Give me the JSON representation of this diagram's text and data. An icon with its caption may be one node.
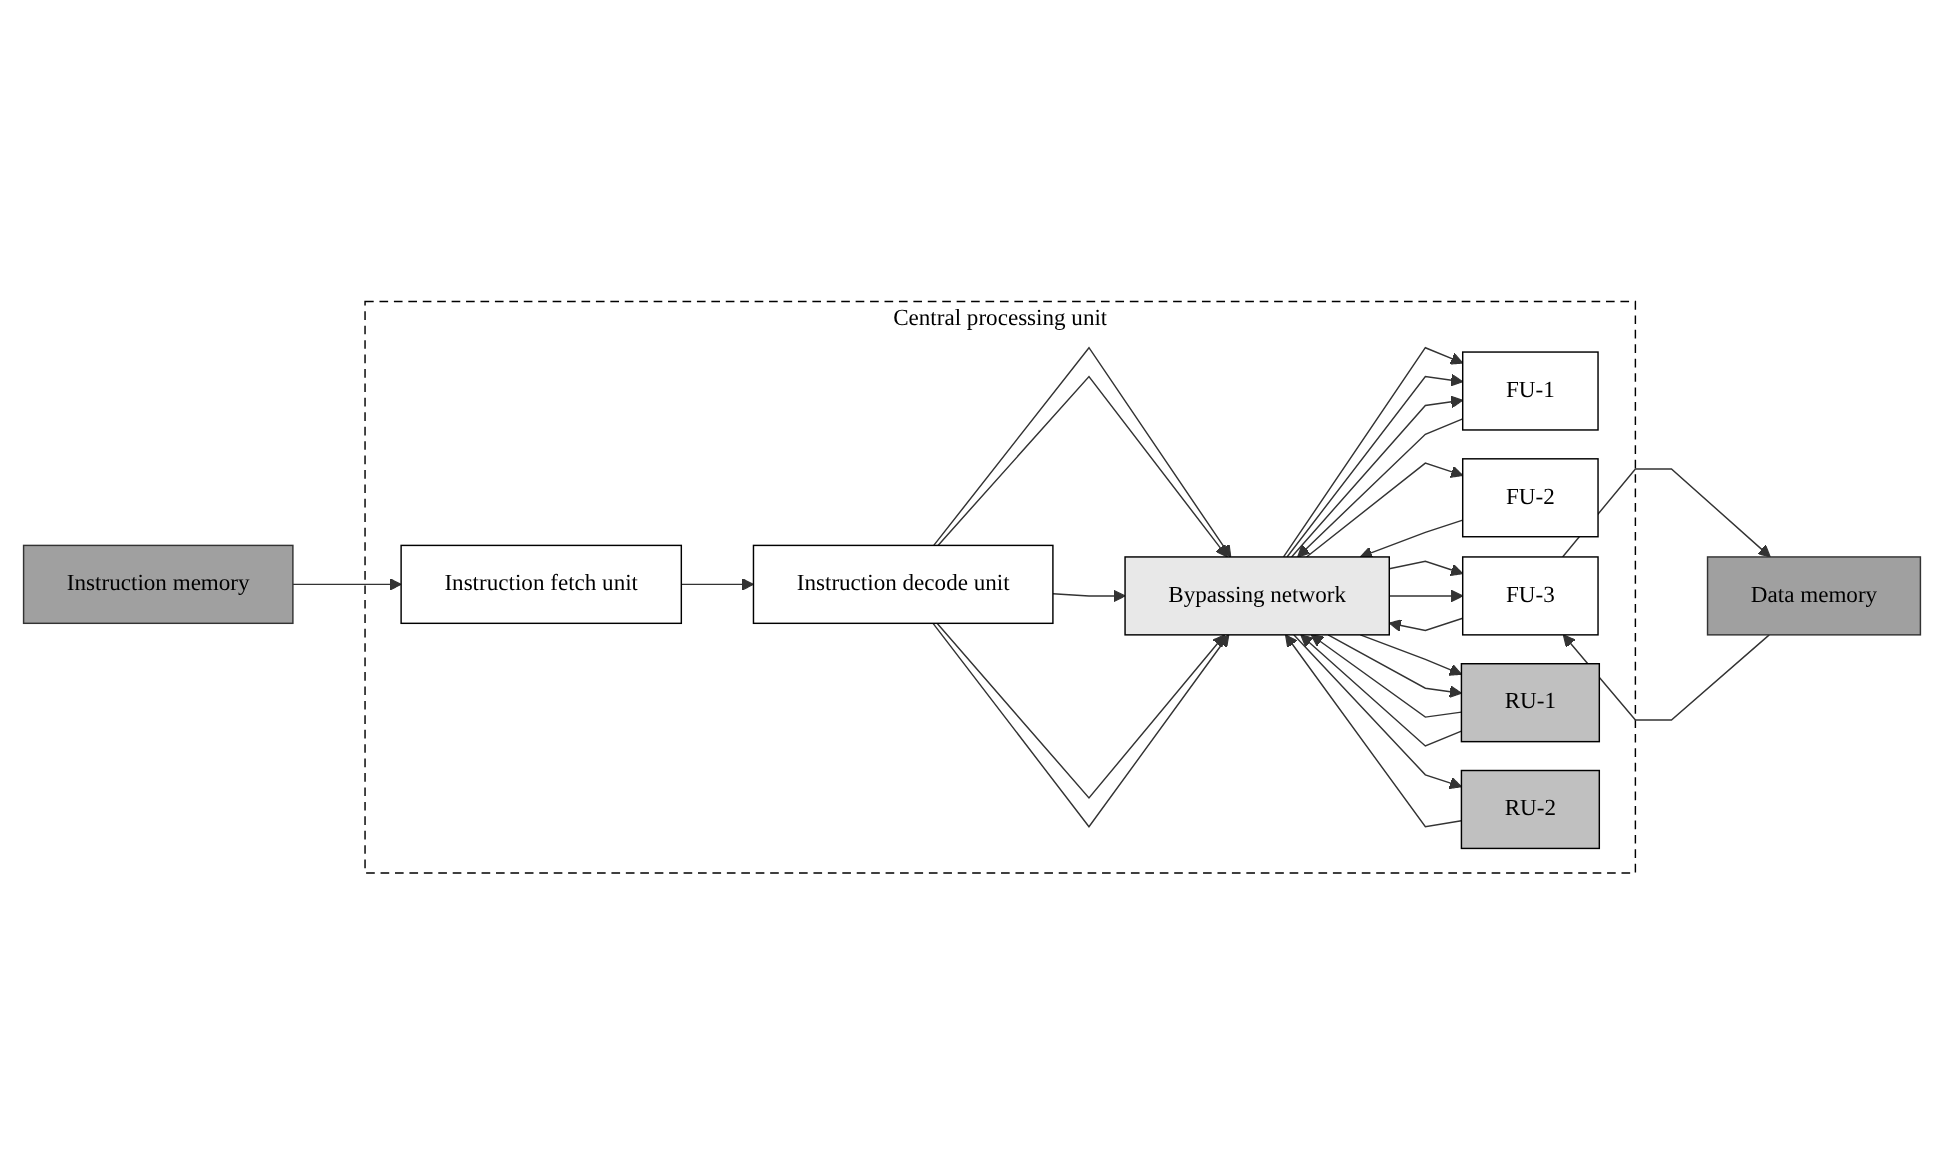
{
  "diagram": {
    "nodes": [
      {
        "text": [
          "Instruction memory"
        ]
      },
      {
        "text": [
          "Central processing unit"
        ]
      },
      {
        "text": [
          "Instruction fetch unit"
        ],
        "in": 1
      },
      {
        "text": [
          "Instruction decode unit"
        ],
        "in": 1
      },
      {
        "text": [
          "Bypassing network"
        ],
        "in": 1
      },
      {
        "text": [
          "FU-1"
        ],
        "in": 1
      },
      {
        "text": [
          "FU-2"
        ],
        "in": 1
      },
      {
        "text": [
          "FU-3"
        ],
        "in": 1
      },
      {
        "text": [
          "RU-1"
        ],
        "in": 1
      },
      {
        "text": [
          "RU-2"
        ],
        "in": 1
      },
      {
        "text": [
          "Data memory"
        ]
      }
    ],
    "edges": [
      {
        "from": 0,
        "to": 2,
        "arrow": "to"
      },
      {
        "from": 2,
        "to": 3,
        "arrow": "to"
      },
      {
        "from": 3,
        "to": 4,
        "arrow": "to"
      },
      {
        "from": 3,
        "to": 4,
        "arrow": "to"
      },
      {
        "from": 3,
        "to": 4,
        "arrow": "to"
      },
      {
        "from": 3,
        "to": 4,
        "arrow": "to"
      },
      {
        "from": 3,
        "to": 4,
        "arrow": "to"
      },
      {
        "from": 5,
        "to": 4,
        "arrow": "to"
      },
      {
        "from": 4,
        "to": 5,
        "arrow": "to"
      },
      {
        "from": 4,
        "to": 5,
        "arrow": "to"
      },
      {
        "from": 4,
        "to": 5,
        "arrow": "to"
      },
      {
        "from": 6,
        "to": 4,
        "arrow": "to"
      },
      {
        "from": 4,
        "to": 6,
        "arrow": "to"
      },
      {
        "from": 7,
        "to": 4,
        "arrow": "to"
      },
      {
        "from": 4,
        "to": 7,
        "arrow": "to"
      },
      {
        "from": 4,
        "to": 7,
        "arrow": "to"
      },
      {
        "from": 8,
        "to": 4,
        "arrow": "to"
      },
      {
        "from": 8,
        "to": 4,
        "arrow": "to"
      },
      {
        "from": 4,
        "to": 8,
        "arrow": "to"
      },
      {
        "from": 4,
        "to": 8,
        "arrow": "to"
      },
      {
        "from": 9,
        "to": 4,
        "arrow": "to"
      },
      {
        "from": 4,
        "to": 9,
        "arrow": "to"
      },
      {
        "from": 7,
        "to": 10,
        "arrow": "to"
      },
      {
        "from": 10,
        "to": 7,
        "arrow": "to"
      }
    ]
  }
}
